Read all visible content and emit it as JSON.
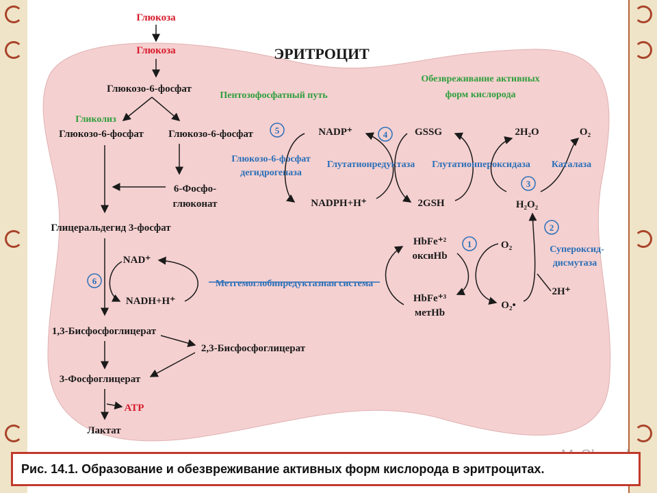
{
  "colors": {
    "red": "#d61a2a",
    "green": "#2e9e3c",
    "blue": "#2a6fb8",
    "black": "#1a1a1a",
    "cell": "#f5d0d0",
    "frame": "#c0392b"
  },
  "cell_title": "ЭРИТРОЦИТ",
  "glycolysis": {
    "glucose_outside": "Глюкоза",
    "glucose_inside": "Глюкоза",
    "g6p_main": "Глюкозо-6-фосфат",
    "label_glycolysis": "Гликолиз",
    "g6p_left": "Глюкозо-6-фосфат",
    "g6p_right": "Глюкозо-6-фосфат",
    "phosphogluconate_1": "6-Фосфо-",
    "phosphogluconate_2": "глюконат",
    "gap": "Глицеральдегид 3-фосфат",
    "nad": "NAD⁺",
    "nadh": "NADH+H⁺",
    "bpg13": "1,3-Бисфосфоглицерат",
    "bpg23": "2,3-Бисфосфоглицерат",
    "pg3": "3-Фосфоглицерат",
    "atp": "ATP",
    "lactate": "Лактат"
  },
  "pentose": {
    "label": "Пентозофосфатный путь",
    "enzyme_1": "Глюкозо-6-фосфат",
    "enzyme_2": "дегидрогеназа",
    "nadp": "NADP⁺",
    "nadph": "NADPH+H⁺"
  },
  "detox": {
    "label_1": "Обезвреживание активных",
    "label_2": "форм кислорода",
    "gssg": "GSSG",
    "gsh": "2GSH",
    "glut_reductase": "Глутатионредуктаза",
    "glut_peroxidase": "Глутатионпероксидаза",
    "catalase": "Каталаза",
    "water": "2H₂O",
    "o2_top": "O₂",
    "h2o2": "H₂O₂",
    "sod_1": "Супероксид-",
    "sod_2": "дисмутаза",
    "h_plus": "2H⁺",
    "hb_fe2": "HbFe⁺²",
    "oxyhb": "оксиHb",
    "hb_fe3": "HbFe⁺³",
    "methb": "метHb",
    "o2_hb": "O₂",
    "superoxide": "O₂•",
    "methb_reductase": "Метгемоглобинредуктазная система"
  },
  "steps": [
    "1",
    "2",
    "3",
    "4",
    "5",
    "6"
  ],
  "caption": "Рис. 14.1. Образование и обезвреживание активных форм кислорода в эритроцитах.",
  "watermark": "MyShared"
}
